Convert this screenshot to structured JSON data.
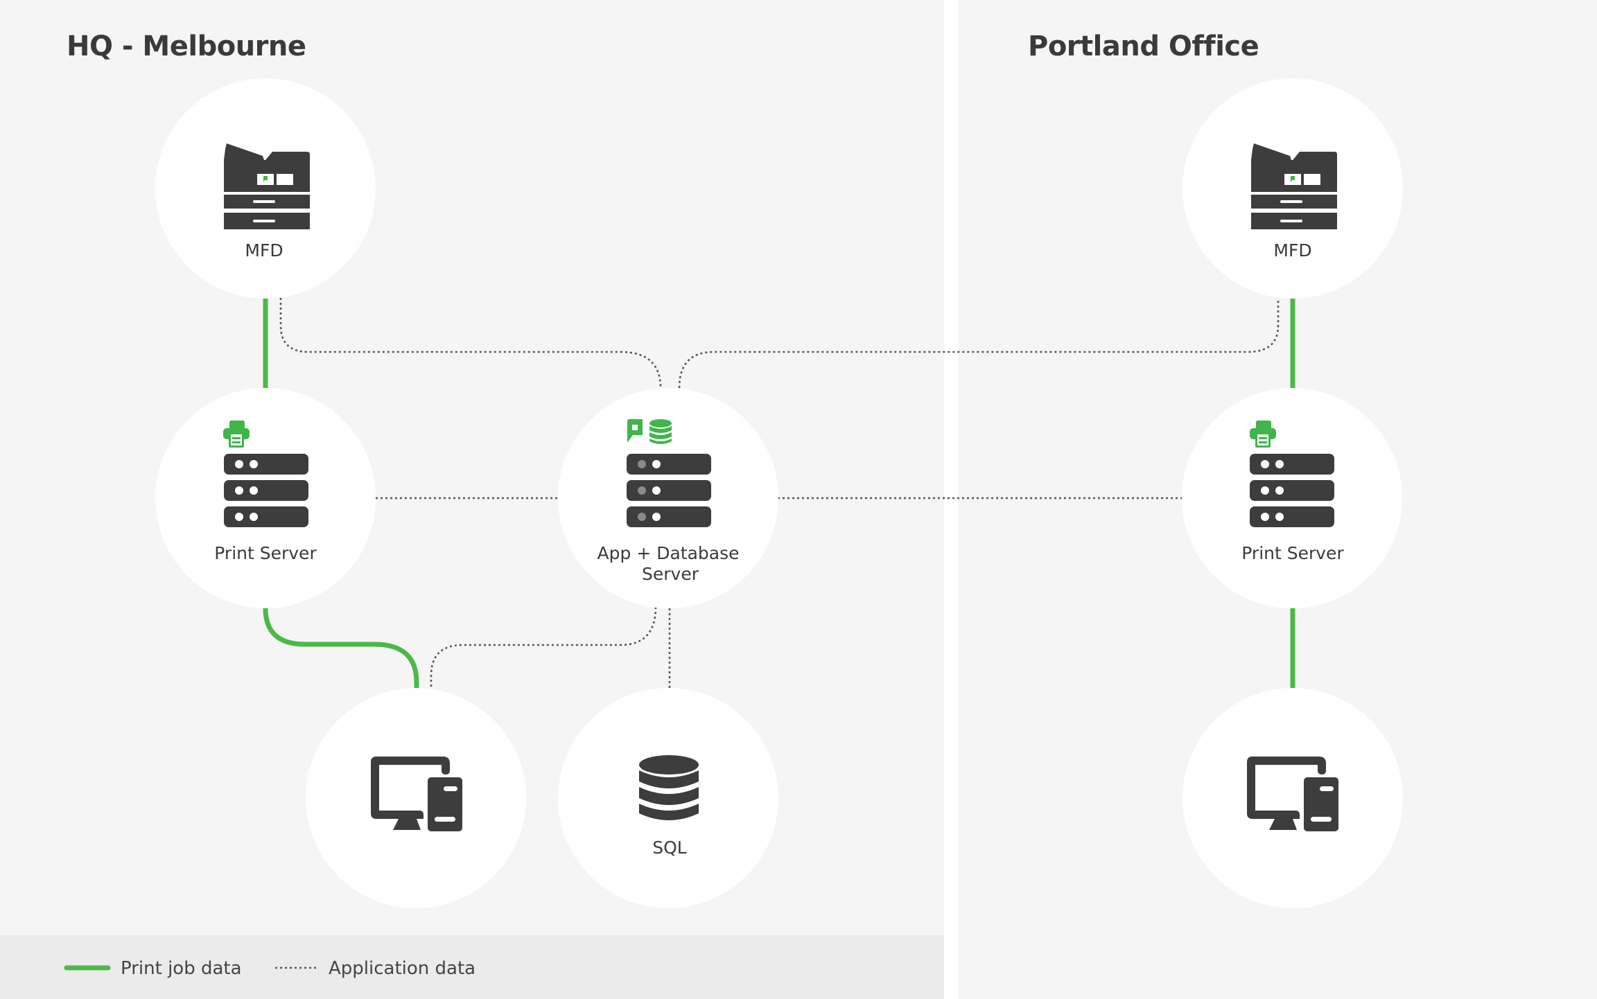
{
  "colors": {
    "print_job": "#4cb848",
    "application": "#555555",
    "icon_dark": "#3d3d3d",
    "icon_accent": "#3fb54a",
    "panel_background": "#f5f5f5",
    "legend_background": "#ebebeb"
  },
  "regions": [
    {
      "id": "hq",
      "title": "HQ - Melbourne"
    },
    {
      "id": "portland",
      "title": "Portland Office"
    }
  ],
  "nodes": {
    "hq_mfd": {
      "label": "MFD",
      "icon": "mfd-printer-icon"
    },
    "hq_print_server": {
      "label": "Print Server",
      "icon": "server-rack-icon",
      "badge": "printer-icon"
    },
    "app_db_server": {
      "label_line1": "App + Database",
      "label_line2": "Server",
      "icon": "server-rack-icon",
      "badge": [
        "papercut-logo-icon",
        "database-icon"
      ]
    },
    "hq_client": {
      "label": "",
      "icon": "desktop-computer-icon"
    },
    "sql": {
      "label": "SQL",
      "icon": "database-icon"
    },
    "portland_mfd": {
      "label": "MFD",
      "icon": "mfd-printer-icon"
    },
    "portland_print_server": {
      "label": "Print Server",
      "icon": "server-rack-icon",
      "badge": "printer-icon"
    },
    "portland_client": {
      "label": "",
      "icon": "desktop-computer-icon"
    }
  },
  "connections": [
    {
      "from": "hq_mfd",
      "to": "hq_print_server",
      "type": "print_job"
    },
    {
      "from": "hq_print_server",
      "to": "hq_client",
      "type": "print_job"
    },
    {
      "from": "hq_mfd",
      "to": "app_db_server",
      "type": "application"
    },
    {
      "from": "hq_print_server",
      "to": "app_db_server",
      "type": "application"
    },
    {
      "from": "app_db_server",
      "to": "hq_client",
      "type": "application"
    },
    {
      "from": "app_db_server",
      "to": "sql",
      "type": "application"
    },
    {
      "from": "app_db_server",
      "to": "portland_mfd",
      "type": "application"
    },
    {
      "from": "app_db_server",
      "to": "portland_print_server",
      "type": "application"
    },
    {
      "from": "portland_mfd",
      "to": "portland_print_server",
      "type": "print_job"
    },
    {
      "from": "portland_print_server",
      "to": "portland_client",
      "type": "print_job"
    }
  ],
  "legend": {
    "print_job_label": "Print job data",
    "application_label": "Application data"
  }
}
